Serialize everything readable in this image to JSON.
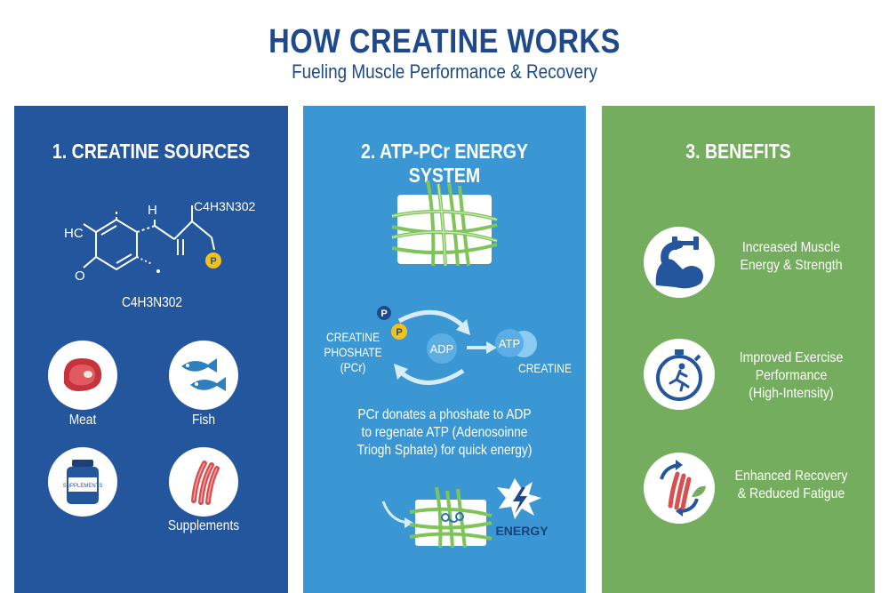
{
  "header": {
    "title": "HOW CREATINE WORKS",
    "subtitle": "Fueling Muscle Performance & Recovery"
  },
  "colors": {
    "heading": "#1e4a8c",
    "panel_sources": "#24569e",
    "panel_energy": "#3a97d4",
    "panel_benefits": "#74ad5d",
    "phosphate": "#f2c21b"
  },
  "sources": {
    "title": "1. CREATINE SOURCES",
    "molecule": {
      "formula_top": "C4H3N302",
      "formula_bottom": "C4H3N302",
      "label_hc": "HC",
      "label_h": "H",
      "label_o": "O",
      "label_p": "P"
    },
    "items": [
      {
        "label": "Meat",
        "icon": "meat-icon"
      },
      {
        "label": "Fish",
        "icon": "fish-icon"
      },
      {
        "label": "SUPPLEMENTS",
        "icon": "supplement-jar-icon"
      },
      {
        "label": "Supplements",
        "icon": "muscle-fiber-icon"
      }
    ]
  },
  "energy": {
    "title": "2. ATP-PCr ENERGY SYSTEM",
    "cycle": {
      "left_label_1": "CREATINE",
      "left_label_2": "PHOSHATE",
      "left_label_3": "(PCr)",
      "p_dark": "P",
      "p_yellow": "P",
      "adp": "ADP",
      "atp": "ATP",
      "creatine": "CREATINE"
    },
    "description_1": "PCr donates a phoshate to ADP",
    "description_2": "to regenate ATP (Adenosoinne",
    "description_3": "Triogh Sphate) for quick energy)",
    "energy_label": "ENERGY"
  },
  "benefits": {
    "title": "3. BENEFITS",
    "items": [
      {
        "line1": "Increased Muscle",
        "line2": "Energy & Strength",
        "line3": "",
        "icon": "flexed-arm-dumbbell-icon"
      },
      {
        "line1": "Improved Exercise",
        "line2": "Performance",
        "line3": "(High-Intensity)",
        "icon": "stopwatch-runner-icon"
      },
      {
        "line1": "Enhanced Recovery",
        "line2": "& Reduced Fatigue",
        "line3": "",
        "icon": "recovery-muscle-icon"
      }
    ]
  }
}
